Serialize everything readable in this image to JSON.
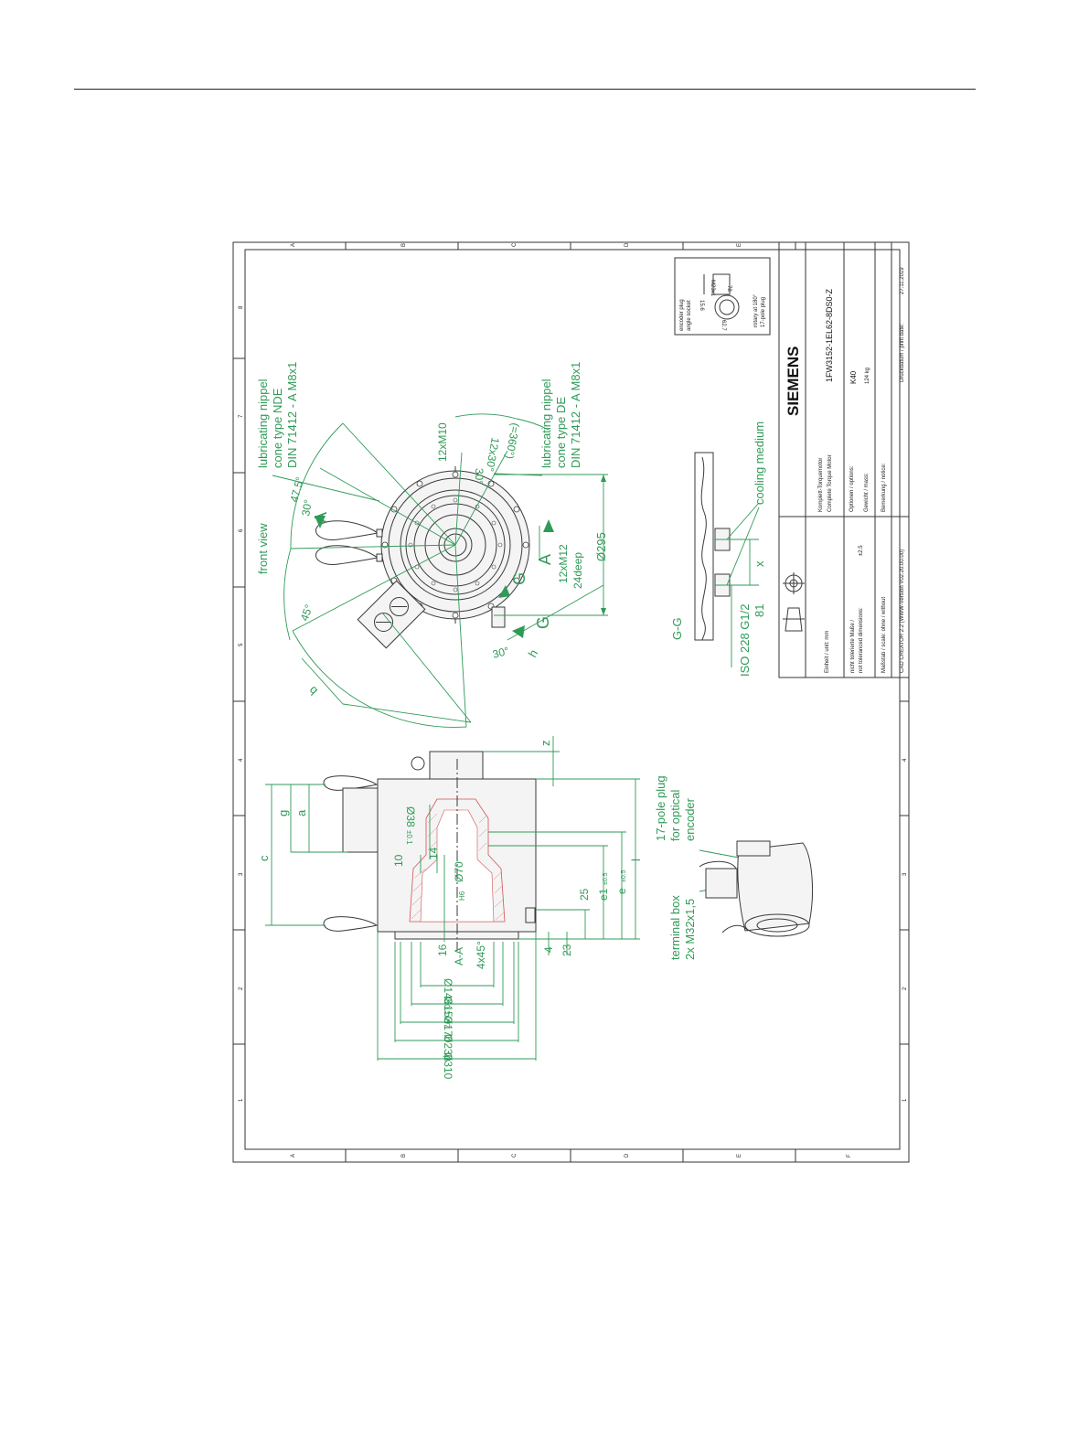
{
  "drawing": {
    "brand": "SIEMENS",
    "part_number": "1FW3152-1EL62-8DS0-Z",
    "title_de": "Komplett-Torquemotor",
    "title_en": "Complete Torque Motor",
    "options_label": "Optionen / options:",
    "options_value": "K40",
    "mass_label": "Gewicht / mass:",
    "mass_value": "124 kg",
    "notice_label": "Bemerkung / notice:",
    "print_date_label": "Druckdatum / print date:",
    "print_date_value": "27.11.2019",
    "unit_label": "Einheit / unit: mm",
    "tolerance_label_de": "nicht tolerierte Maße /",
    "tolerance_label_en": "not toleranced dimensions:",
    "tolerance_value": "±2.5",
    "scale_label": "Maßstab / scale: ohne / without",
    "cad_label": "CAD CREATOR 2.2 (WWW-Version V02.20.00.00)"
  },
  "zones": {
    "letters": [
      "A",
      "B",
      "C",
      "D",
      "E",
      "F"
    ],
    "numbers": [
      "8",
      "7",
      "6",
      "5",
      "4",
      "3",
      "2",
      "1"
    ]
  },
  "front_view": {
    "title": "front view",
    "nippel_nde": [
      "lubricating nippel",
      "cone type NDE",
      "DIN 71412 - A M8x1"
    ],
    "nippel_de": [
      "lubricating nippel",
      "cone type DE",
      "DIN 71412 - A M8x1"
    ],
    "angle_47": "47.5°",
    "angle_30a": "30°",
    "angle_45": "45°",
    "angle_30b": "30°",
    "angle_30c": "30°",
    "holes_m10": "12xM10",
    "holes_pattern": "12x30°",
    "holes_total": "(=360°)",
    "holes_m12": "12xM12",
    "depth": "24deep",
    "dia_295": "Ø295",
    "label_a": "A",
    "label_g": "G",
    "label_h": "h",
    "label_b": "b"
  },
  "section_gg": {
    "title": "G-G",
    "iso": "ISO 228 G1/2",
    "dim_81": "81",
    "dim_x": "x",
    "medium": "cooling medium"
  },
  "side_view": {
    "c": "c",
    "g": "g",
    "a": "a",
    "z": "z",
    "l": "l",
    "d38": "Ø38",
    "d38_tol": "±0.1",
    "d70": "Ø70",
    "d70_tol": "H6",
    "d10": "10",
    "d14": "14",
    "d25": "25",
    "e1": "e1",
    "e1_tol": "±0.5",
    "e": "e",
    "e_tol": "±0.5",
    "d4": "4",
    "d23": "23",
    "d16": "16",
    "section_label": "A-A",
    "chamfer": "4x45°",
    "d145": "Ø145",
    "d145_tol": "±0.3",
    "d153": "Ø153",
    "d153_tol": "H7",
    "d170": "Ø170",
    "d230": "Ø230",
    "d230_tol": "j6",
    "d310": "Ø310"
  },
  "annotations": {
    "encoder_plug": [
      "17-pole plug",
      "for optical",
      "encoder"
    ],
    "terminal_box": [
      "terminal box",
      "2x M32x1,5"
    ]
  },
  "encoder_detail": {
    "title": "encoder plug",
    "subtitle": "angle socket",
    "d78": "78",
    "m23": "M23x1",
    "d156": "15.6",
    "d627": "62.7",
    "note1": "rotary at 180°",
    "note2": "17-pole plug"
  }
}
